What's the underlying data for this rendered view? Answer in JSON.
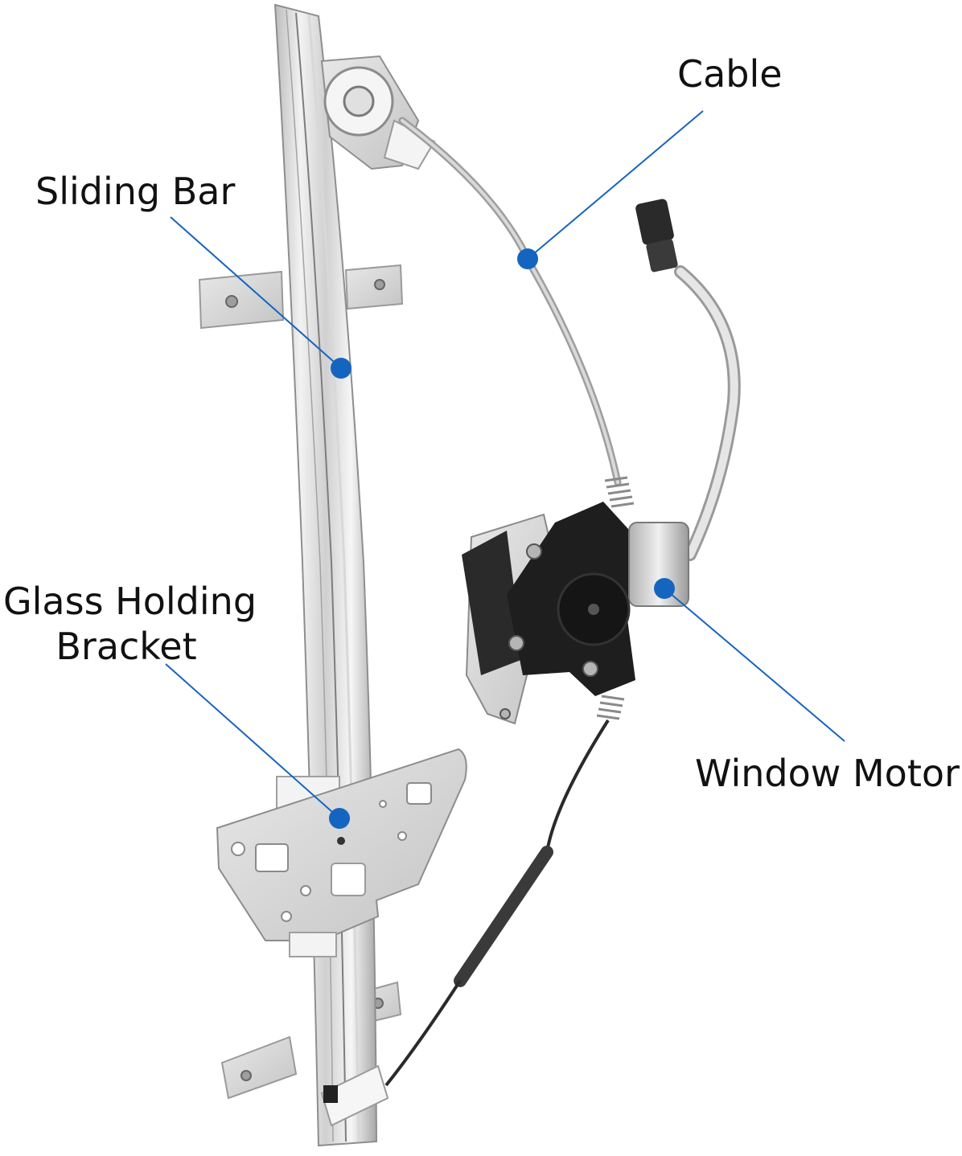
{
  "labels": {
    "cable": "Cable",
    "sliding_bar": "Sliding Bar",
    "glass_holding_line1": "Glass Holding",
    "glass_holding_line2": "Bracket",
    "window_motor": "Window Motor"
  },
  "colors": {
    "callout": "#1565c0",
    "metal_light": "#e4e4e4",
    "metal_mid": "#c8c8c8",
    "metal_dark": "#8a8a8a",
    "motor_black": "#1e1e1e",
    "cable_dark": "#2a2a2a",
    "background": "#ffffff"
  }
}
